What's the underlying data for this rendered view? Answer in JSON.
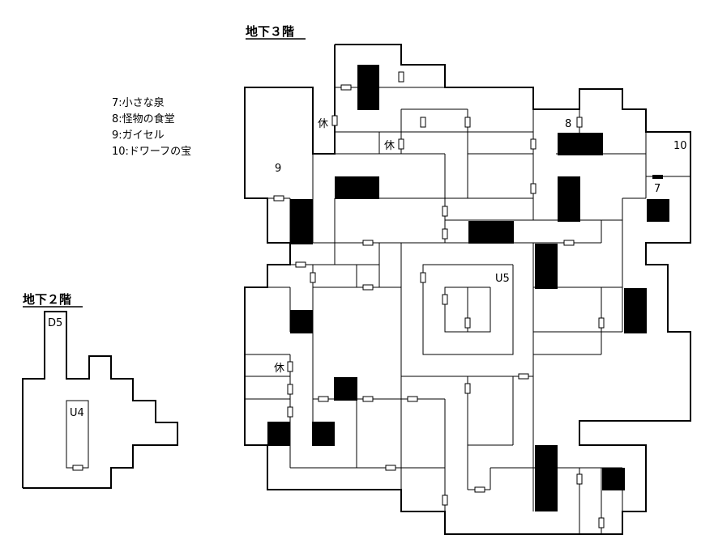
{
  "floor_b3": {
    "title": "地下３階"
  },
  "floor_b2": {
    "title": "地下２階"
  },
  "legend": [
    "7:小さな泉",
    "8:怪物の食堂",
    "9:ガイセル",
    "10:ドワーフの宝"
  ],
  "labels": {
    "rest1": "休",
    "rest2": "休",
    "rest3": "休",
    "n7": "7",
    "n8": "8",
    "n9": "9",
    "n10": "10",
    "u5": "U5",
    "d5": "D5",
    "u4": "U4"
  },
  "colors": {
    "wall": "#000000",
    "floor": "#ffffff",
    "block": "#000000"
  }
}
